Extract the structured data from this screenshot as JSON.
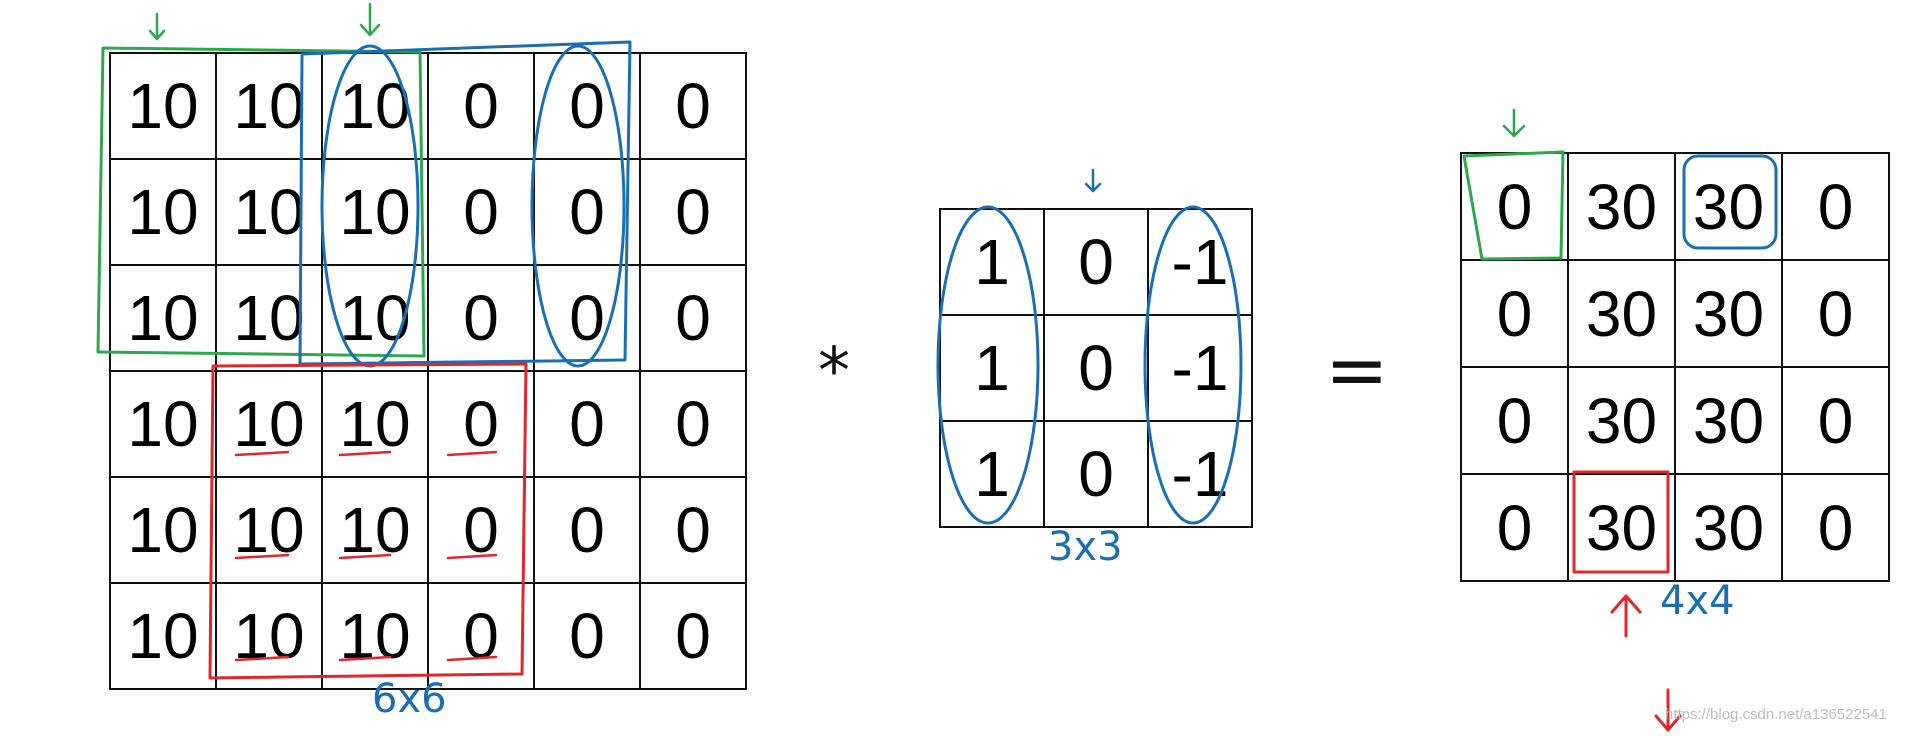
{
  "input_matrix": {
    "size_label": "6x6",
    "rows": [
      [
        "10",
        "10",
        "10",
        "0",
        "0",
        "0"
      ],
      [
        "10",
        "10",
        "10",
        "0",
        "0",
        "0"
      ],
      [
        "10",
        "10",
        "10",
        "0",
        "0",
        "0"
      ],
      [
        "10",
        "10",
        "10",
        "0",
        "0",
        "0"
      ],
      [
        "10",
        "10",
        "10",
        "0",
        "0",
        "0"
      ],
      [
        "10",
        "10",
        "10",
        "0",
        "0",
        "0"
      ]
    ]
  },
  "operator_multiply": "*",
  "filter_matrix": {
    "size_label": "3x3",
    "rows": [
      [
        "1",
        "0",
        "-1"
      ],
      [
        "1",
        "0",
        "-1"
      ],
      [
        "1",
        "0",
        "-1"
      ]
    ]
  },
  "operator_equals": "=",
  "output_matrix": {
    "size_label": "4x4",
    "rows": [
      [
        "0",
        "30",
        "30",
        "0"
      ],
      [
        "0",
        "30",
        "30",
        "0"
      ],
      [
        "0",
        "30",
        "30",
        "0"
      ],
      [
        "0",
        "30",
        "30",
        "0"
      ]
    ]
  },
  "watermark": "https://blog.csdn.net/a136522541",
  "colors": {
    "grid_line": "#111111",
    "annotation_green": "#2ea84f",
    "annotation_blue": "#1a6fb3",
    "annotation_red": "#e3262a"
  }
}
